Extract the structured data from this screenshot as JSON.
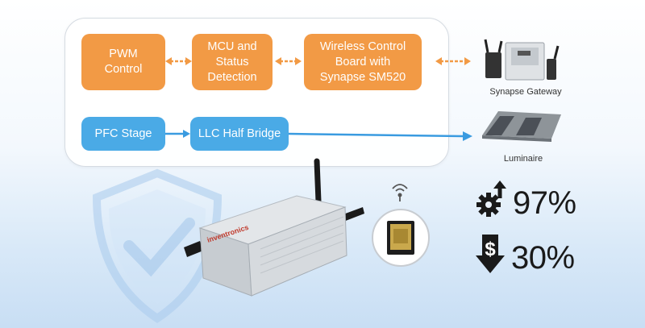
{
  "blocks": {
    "pwm": "PWM\nControl",
    "mcu": "MCU and\nStatus\nDetection",
    "wireless": "Wireless Control\nBoard with\nSynapse SM520",
    "pfc": "PFC Stage",
    "llc": "LLC Half Bridge"
  },
  "devices": {
    "gateway_label": "Synapse Gateway",
    "luminaire_label": "Luminaire"
  },
  "stats": {
    "efficiency": "97%",
    "savings": "30%"
  },
  "colors": {
    "orange": "#f29a45",
    "blue": "#4aaae6",
    "arrow_orange": "#f29a45",
    "arrow_blue": "#3a9be0"
  },
  "icons": [
    "gear-up-arrow-icon",
    "dollar-down-arrow-icon",
    "wireless-signal-icon",
    "shield-check-icon"
  ]
}
